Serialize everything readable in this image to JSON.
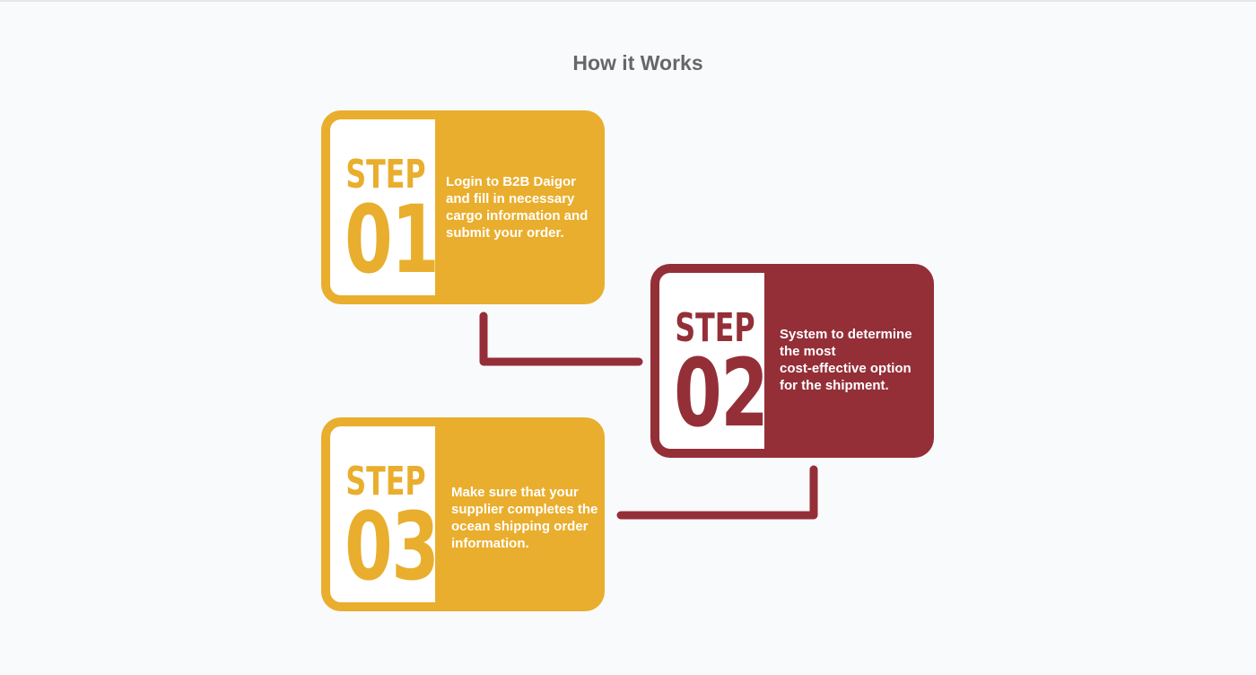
{
  "section": {
    "title": "How it Works"
  },
  "colors": {
    "background": "#f9fafc",
    "title": "#66676b",
    "gold": "#e9ae2d",
    "crimson": "#942f38",
    "white": "#ffffff"
  },
  "steps": [
    {
      "label": "STEP",
      "number": "01",
      "text": "Login to B2B Daigor\nand fill in necessary\ncargo information and\nsubmit your order.",
      "color": "#e9ae2d"
    },
    {
      "label": "STEP",
      "number": "02",
      "text": "System to determine\nthe most\ncost-effective option\nfor the shipment.",
      "color": "#942f38"
    },
    {
      "label": "STEP",
      "number": "03",
      "text": "Make sure that your\nsupplier completes the\nocean shipping order\ninformation.",
      "color": "#e9ae2d"
    }
  ]
}
